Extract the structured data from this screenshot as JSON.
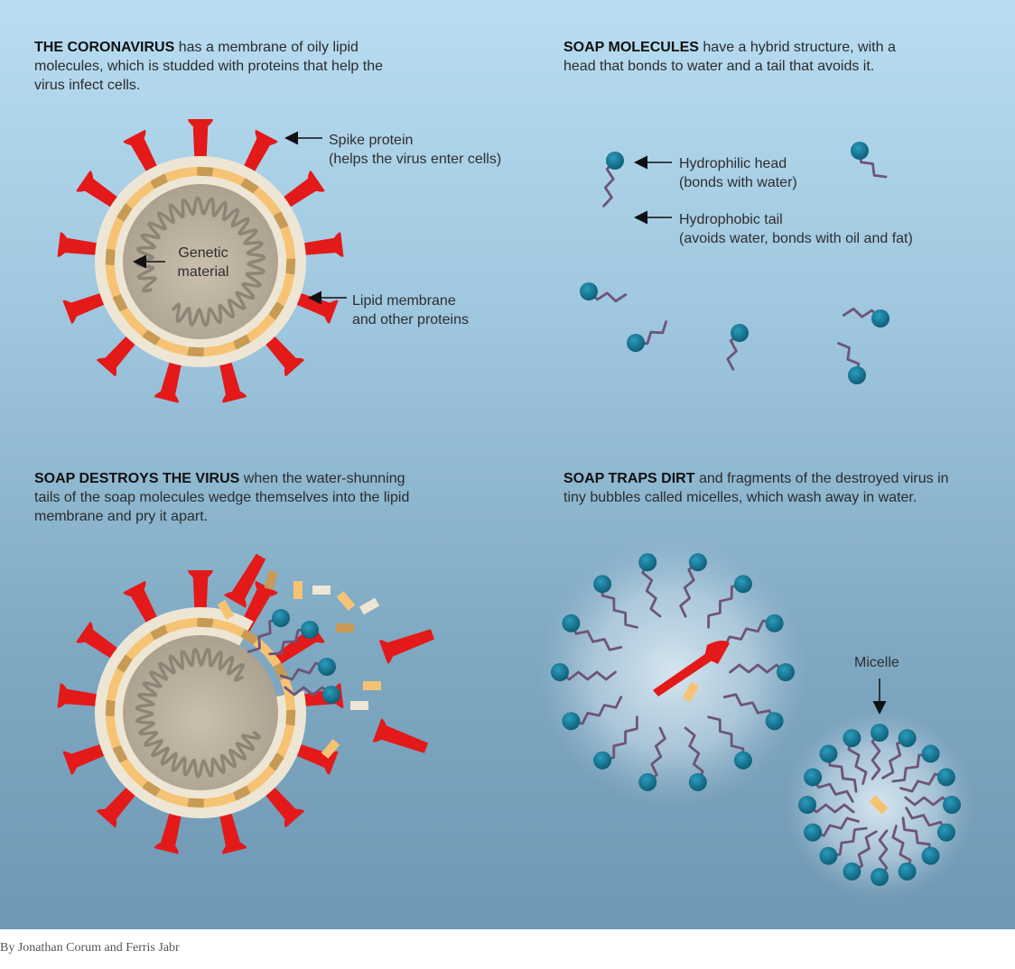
{
  "panels": {
    "coronavirus": {
      "heading": "THE CORONAVIRUS",
      "text": " has a membrane of oily lipid molecules, which is studded with proteins that help the virus infect cells."
    },
    "soap_molecules": {
      "heading": "SOAP MOLECULES",
      "text": " have a hybrid structure, with a head that bonds to water and a tail that avoids it."
    },
    "soap_destroys": {
      "heading": "SOAP DESTROYS THE VIRUS",
      "text": " when the water-shunning tails of the soap molecules wedge themselves into the lipid membrane and pry it apart."
    },
    "soap_traps": {
      "heading": "SOAP TRAPS DIRT",
      "text": " and fragments of the destroyed virus in tiny bubbles called micelles, which wash away in water."
    }
  },
  "labels": {
    "spike_protein": [
      "Spike protein",
      "(helps the virus enter cells)"
    ],
    "genetic_material": [
      "Genetic",
      "material"
    ],
    "lipid_membrane": [
      "Lipid membrane",
      "and other proteins"
    ],
    "hydrophilic_head": [
      "Hydrophilic head",
      "(bonds with water)"
    ],
    "hydrophobic_tail": [
      "Hydrophobic tail",
      "(avoids water, bonds with oil and fat)"
    ],
    "micelle": "Micelle"
  },
  "byline": "By Jonathan Corum and Ferris Jabr",
  "colors": {
    "spike": "#e3191a",
    "membrane_outer": "#eee6d4",
    "membrane_light": "#f6c374",
    "membrane_dark": "#c79a55",
    "core": "#b9ad9c",
    "rna": "#8c8576",
    "soap_head": "#1e7f9c",
    "soap_tail": "#6d5577"
  }
}
